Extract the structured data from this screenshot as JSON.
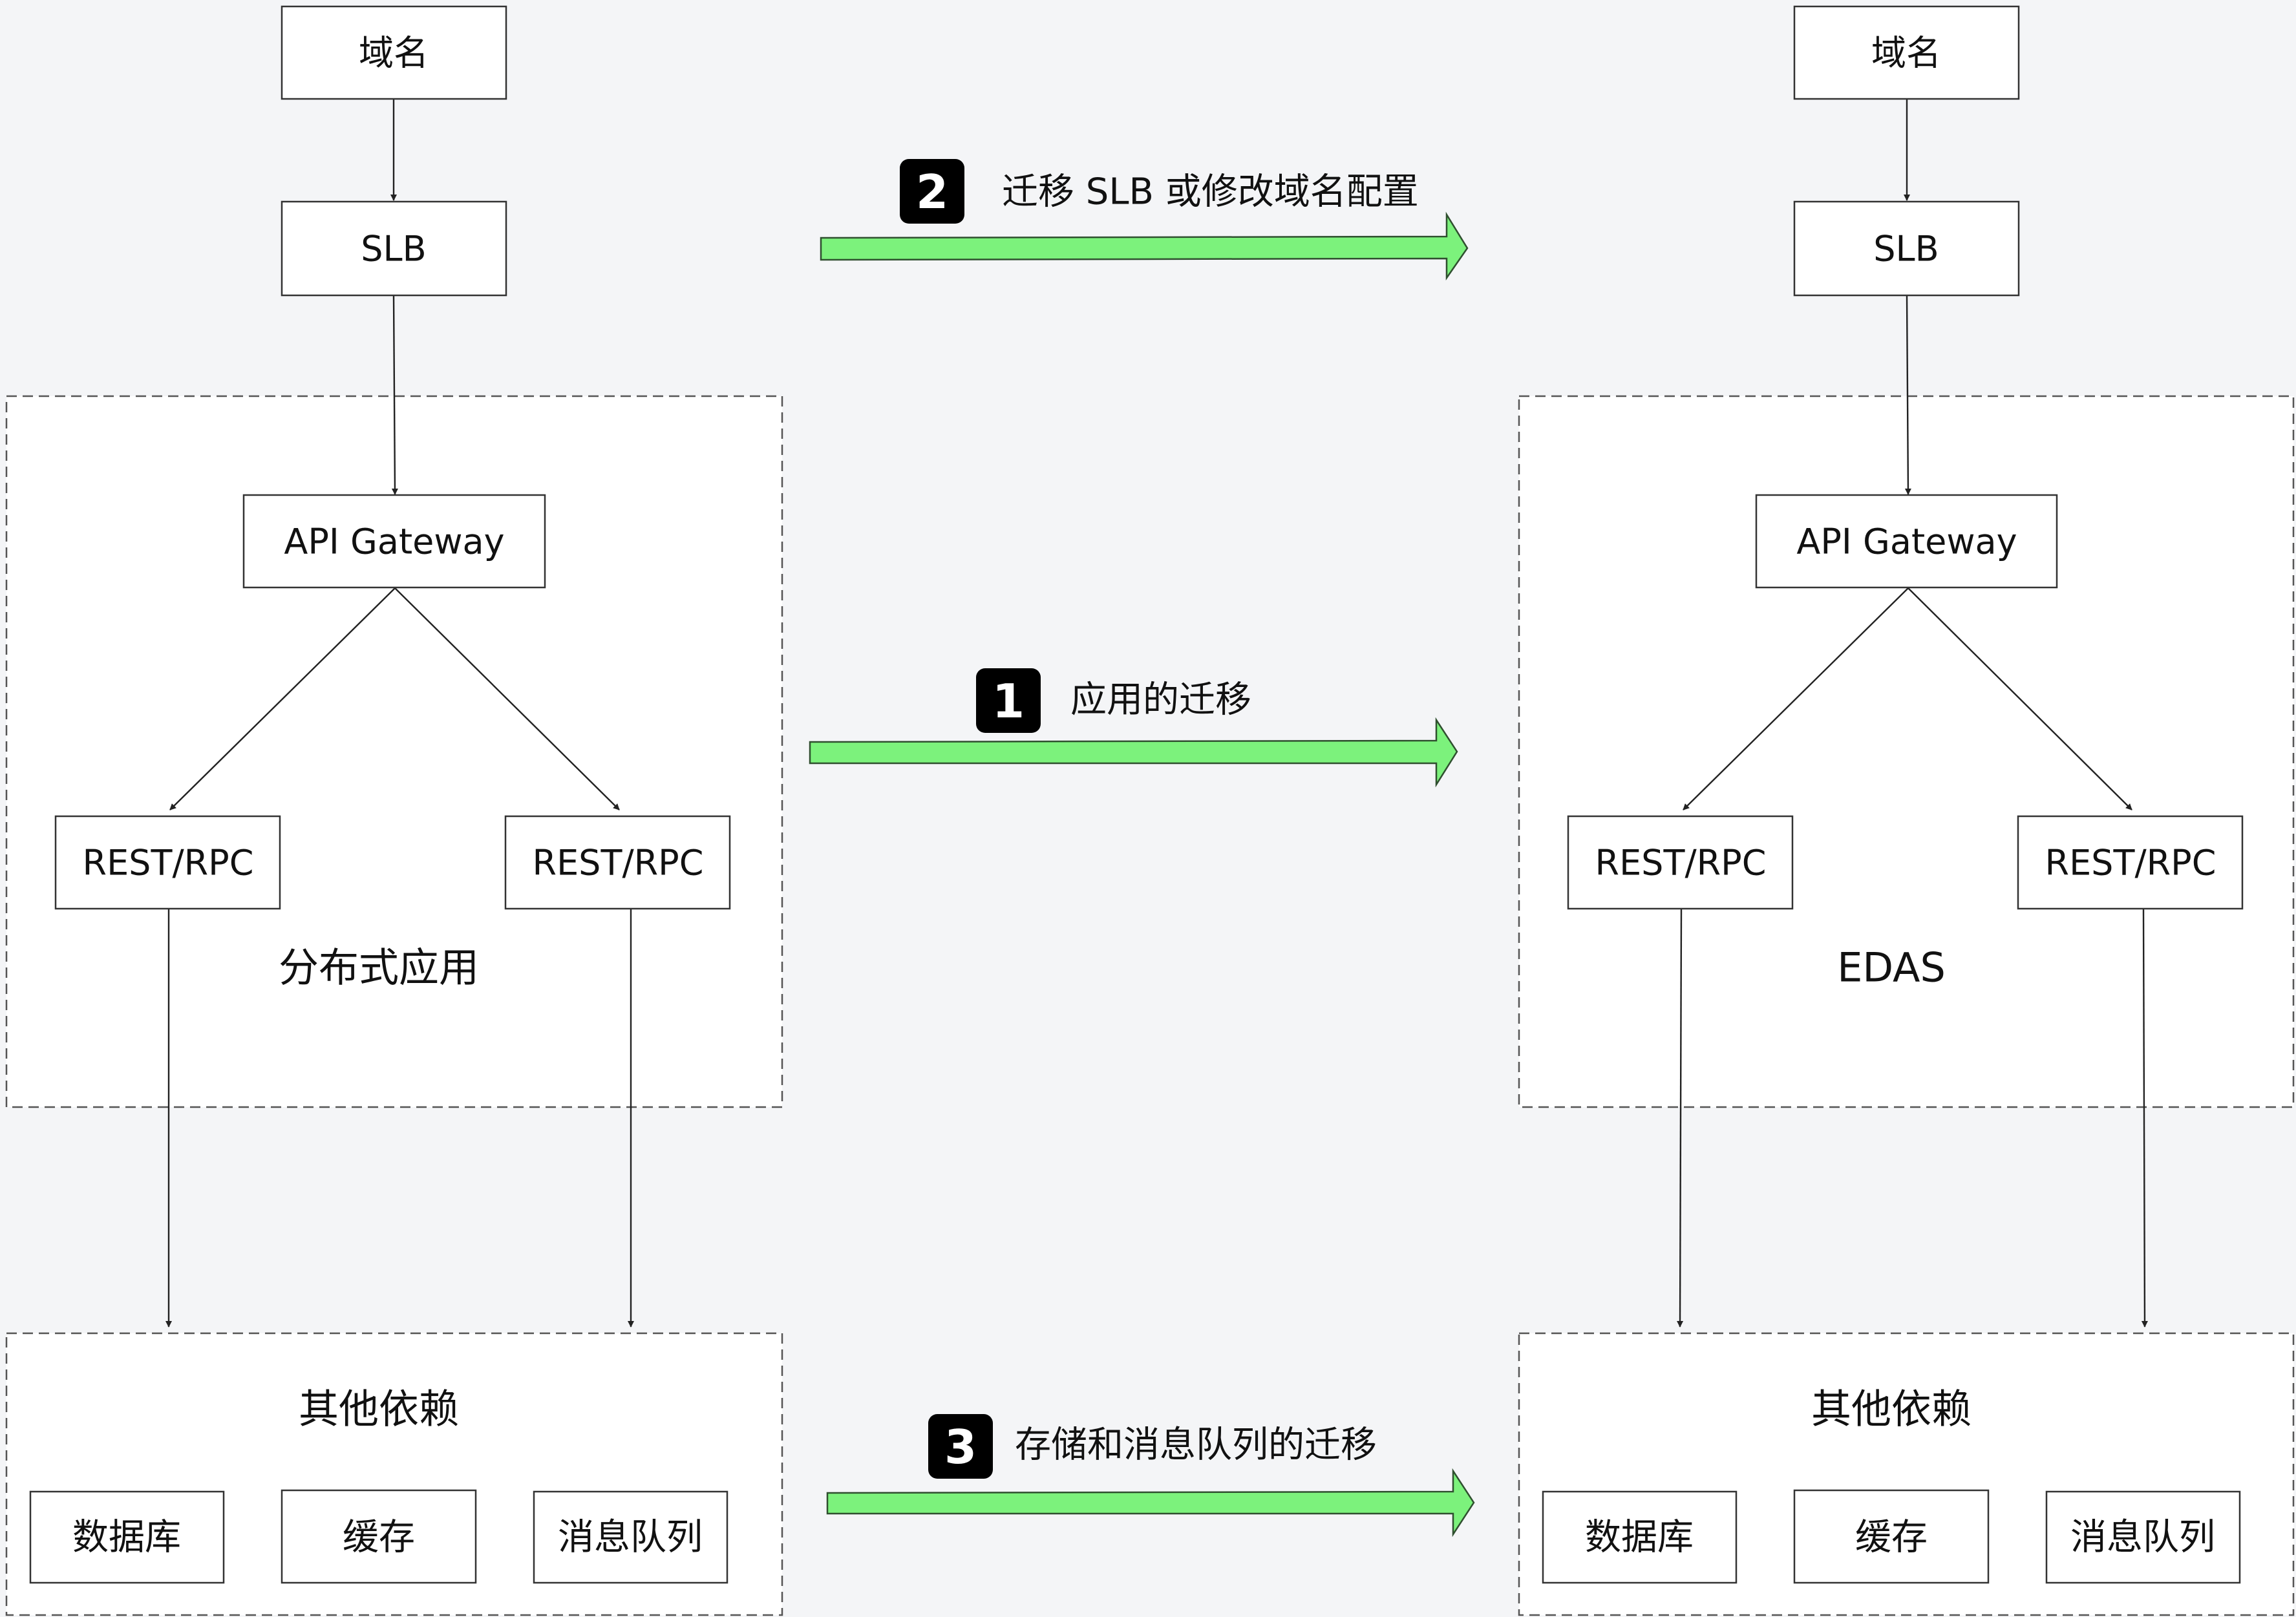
{
  "colors": {
    "background_band": "#f4f5f7",
    "migration_arrow": "#7cf27c",
    "badge": "#000000"
  },
  "left": {
    "domain": "域名",
    "slb": "SLB",
    "gateway": "API Gateway",
    "service_a": "REST/RPC",
    "service_b": "REST/RPC",
    "app_label": "分布式应用",
    "deps_title": "其他依赖",
    "deps": [
      "数据库",
      "缓存",
      "消息队列"
    ]
  },
  "right": {
    "domain": "域名",
    "slb": "SLB",
    "gateway": "API Gateway",
    "service_a": "REST/RPC",
    "service_b": "REST/RPC",
    "app_label": "EDAS",
    "deps_title": "其他依赖",
    "deps": [
      "数据库",
      "缓存",
      "消息队列"
    ]
  },
  "steps": [
    {
      "number": "2",
      "label": "迁移 SLB 或修改域名配置"
    },
    {
      "number": "1",
      "label": "应用的迁移"
    },
    {
      "number": "3",
      "label": "存储和消息队列的迁移"
    }
  ]
}
